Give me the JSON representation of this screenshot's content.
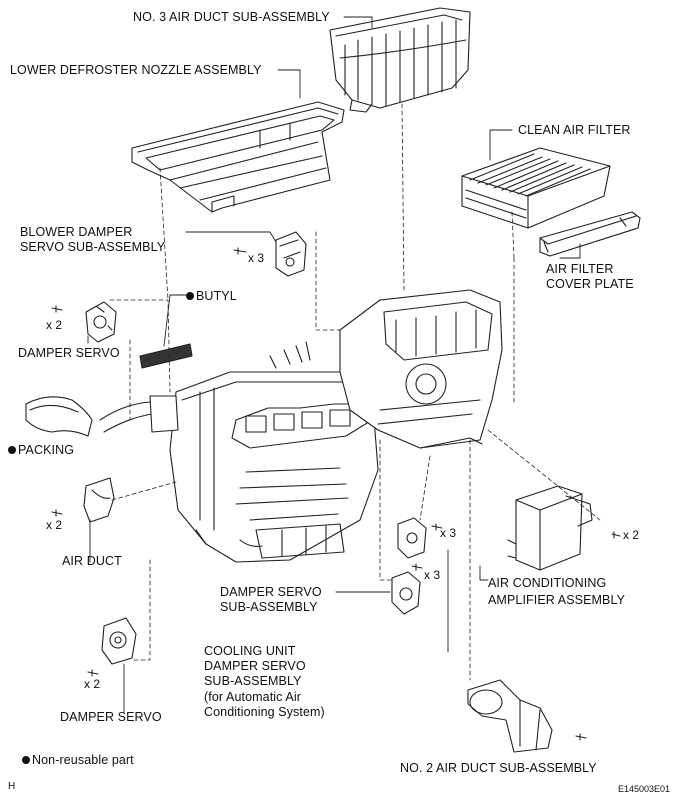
{
  "labels": {
    "no3_air_duct": "NO. 3 AIR DUCT SUB-ASSEMBLY",
    "lower_defroster": "LOWER DEFROSTER NOZZLE ASSEMBLY",
    "clean_air_filter": "CLEAN AIR FILTER",
    "blower_damper_line1": "BLOWER DAMPER",
    "blower_damper_line2": "SERVO SUB-ASSEMBLY",
    "air_filter_cover_line1": "AIR FILTER",
    "air_filter_cover_line2": "COVER PLATE",
    "butyl": "BUTYL",
    "damper_servo_top": "DAMPER SERVO",
    "packing": "PACKING",
    "air_duct": "AIR DUCT",
    "damper_servo_sub_line1": "DAMPER SERVO",
    "damper_servo_sub_line2": "SUB-ASSEMBLY",
    "ac_amp_line1": "AIR CONDITIONING",
    "ac_amp_line2": "AMPLIFIER ASSEMBLY",
    "cooling_unit_line1": "COOLING UNIT",
    "cooling_unit_line2": "DAMPER SERVO",
    "cooling_unit_line3": "SUB-ASSEMBLY",
    "cooling_unit_line4": "(for Automatic Air",
    "cooling_unit_line5": "Conditioning System)",
    "damper_servo_bottom": "DAMPER SERVO",
    "no2_air_duct": "NO. 2 AIR DUCT SUB-ASSEMBLY"
  },
  "quantities": {
    "blower_damper": "x 3",
    "damper_servo_top": "x 2",
    "air_duct": "x 2",
    "damper_servo_sub_upper": "x 3",
    "damper_servo_sub_lower": "x 3",
    "ac_amp": "x 2",
    "damper_servo_bottom": "x 2"
  },
  "legend": {
    "non_reusable": "Non-reusable part"
  },
  "corner": {
    "left": "H",
    "right": "E145003E01"
  }
}
